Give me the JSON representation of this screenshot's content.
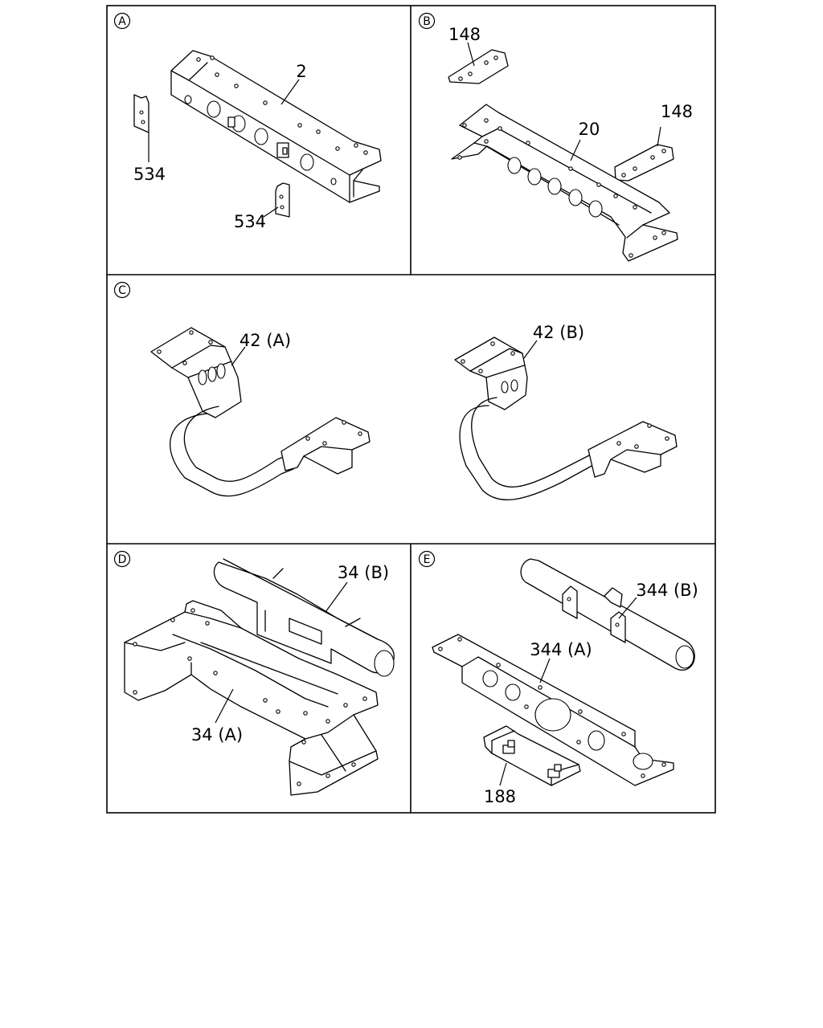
{
  "panels": {
    "a": {
      "marker": "A",
      "labels": [
        "2",
        "534",
        "534"
      ]
    },
    "b": {
      "marker": "B",
      "labels": [
        "148",
        "148",
        "20"
      ]
    },
    "c": {
      "marker": "C",
      "labels": [
        "42 (A)",
        "42 (B)"
      ]
    },
    "d": {
      "marker": "D",
      "labels": [
        "34 (B)",
        "34 (A)"
      ]
    },
    "e": {
      "marker": "E",
      "labels": [
        "344 (B)",
        "344 (A)",
        "188"
      ]
    }
  },
  "icons": {
    "panel_marker": "circled-letter-icon",
    "frame_part": "crossmember-drawing-icon",
    "pipe_part": "tube-drawing-icon",
    "bracket_part": "bracket-drawing-icon"
  },
  "colors": {
    "line": "#000000",
    "background": "#ffffff"
  }
}
